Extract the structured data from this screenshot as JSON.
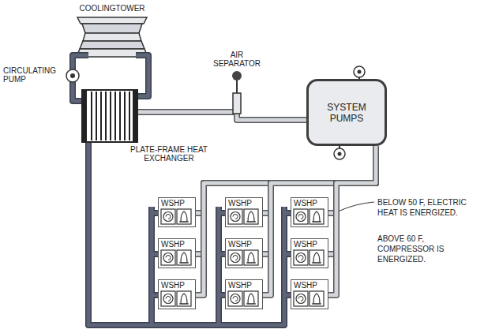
{
  "diagram": {
    "nodes": [
      {
        "text": [
          "SYSTEM PUMPS"
        ]
      },
      {
        "text": [
          "WSHP"
        ]
      },
      {
        "text": [
          "WSHP"
        ]
      },
      {
        "text": [
          "WSHP"
        ]
      },
      {
        "text": [
          "WSHP"
        ]
      },
      {
        "text": [
          "WSHP"
        ]
      },
      {
        "text": [
          "WSHP"
        ]
      },
      {
        "text": [
          "WSHP"
        ]
      },
      {
        "text": [
          "WSHP"
        ]
      },
      {
        "text": [
          "WSHP"
        ]
      }
    ],
    "edges": [
      {
        "from": 0,
        "to": 1,
        "arrow": "none"
      },
      {
        "from": 0,
        "to": 2,
        "arrow": "none"
      },
      {
        "from": 0,
        "to": 3,
        "arrow": "none"
      },
      {
        "from": 0,
        "to": 4,
        "arrow": "none"
      },
      {
        "from": 0,
        "to": 5,
        "arrow": "none"
      },
      {
        "from": 0,
        "to": 6,
        "arrow": "none"
      },
      {
        "from": 0,
        "to": 7,
        "arrow": "none"
      },
      {
        "from": 0,
        "to": 8,
        "arrow": "none"
      },
      {
        "from": 0,
        "to": 9,
        "arrow": "none"
      }
    ],
    "labels": [
      "COOLINGTOWER",
      "CIRCULATING PUMP",
      "PLATE-FRAME HEAT EXCHANGER",
      "AIR SEPARATOR",
      "BELOW 50 F, ELECTRIC HEAT IS ENERGIZED.",
      "ABOVE 60 F, COMPRESSOR IS ENERGIZED."
    ]
  }
}
